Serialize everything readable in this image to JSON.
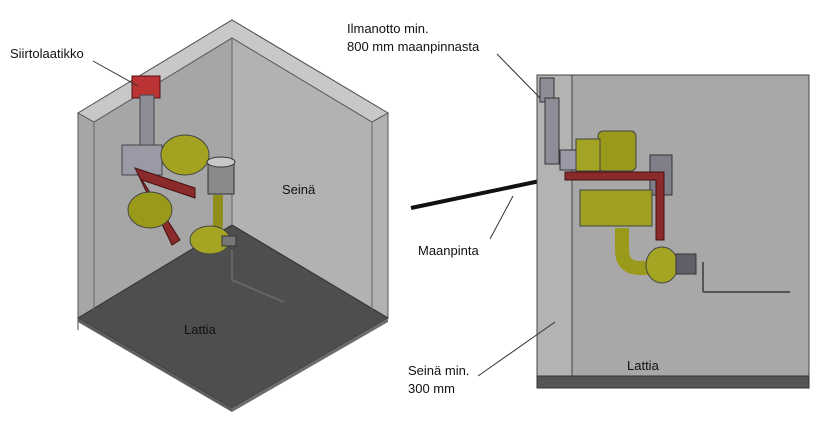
{
  "labels": {
    "transfer_box": "Siirtolaatikko",
    "wall_left": "Seinä",
    "floor_left": "Lattia",
    "air_intake_line1": "Ilmanotto min.",
    "air_intake_line2": "800 mm maanpinnasta",
    "ground_level": "Maanpinta",
    "wall_min_line1": "Seinä min.",
    "wall_min_line2": "300 mm",
    "floor_right": "Lattia"
  },
  "colors": {
    "wall": "#a9a9a9",
    "floor": "#505050",
    "edge": "#5a5a5a",
    "machine": "#9a9a1a",
    "frame": "#8b2a2a",
    "steel": "#8a8a96"
  }
}
